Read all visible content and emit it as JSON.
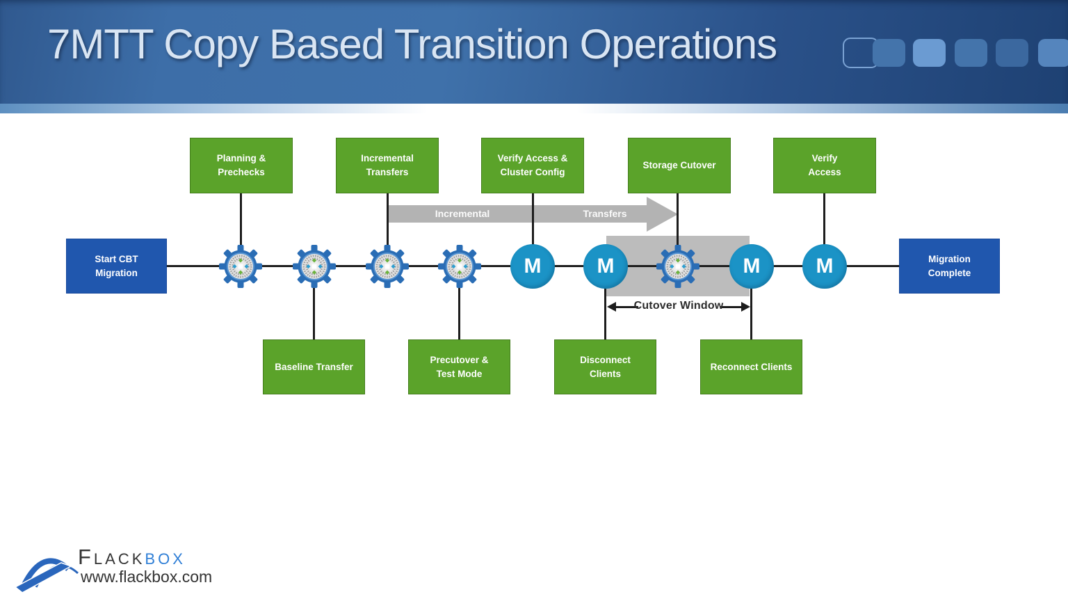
{
  "slide": {
    "title": "7MTT Copy Based Transition Operations"
  },
  "header": {
    "background_gradient": [
      "#30598f",
      "#3f71aa",
      "#1e4173"
    ],
    "squares": {
      "outline_border_color": "#7ba3d4",
      "fills": [
        "#4474ab",
        "#6b9bd2",
        "#4474ab",
        "#3b689f",
        "#5585bd"
      ]
    }
  },
  "diagram": {
    "start_box": {
      "label": "Start CBT\nMigration"
    },
    "end_box": {
      "label": "Migration\nComplete"
    },
    "top_boxes": [
      {
        "label": "Planning &\nPrechecks"
      },
      {
        "label": "Incremental\nTransfers"
      },
      {
        "label": "Verify Access &\nCluster Config"
      },
      {
        "label": "Storage Cutover"
      },
      {
        "label": "Verify\nAccess"
      }
    ],
    "bottom_boxes": [
      {
        "label": "Baseline Transfer"
      },
      {
        "label": "Precutover &\nTest Mode"
      },
      {
        "label": "Disconnect\nClients"
      },
      {
        "label": "Reconnect Clients"
      }
    ],
    "incremental_arrow": {
      "label_left": "Incremental",
      "label_right": "Transfers",
      "color": "#b3b3b3"
    },
    "cutover": {
      "label": "Cutover Window",
      "band_color": "#bcbcbc"
    },
    "node_letter": "M",
    "colors": {
      "green_box": "#5ba32a",
      "blue_box": "#2057ae",
      "m_node": "#1b93c6",
      "gear_blue": "#2a6db5",
      "gear_inner_green": "#6cb33e",
      "gear_inner_blue": "#2f9fd0",
      "connector_line": "#1d1d1d"
    }
  },
  "footer": {
    "brand_primary": "Flack",
    "brand_secondary": "box",
    "brand_secondary_color": "#2e7ed6",
    "website": "www.flackbox.com"
  }
}
